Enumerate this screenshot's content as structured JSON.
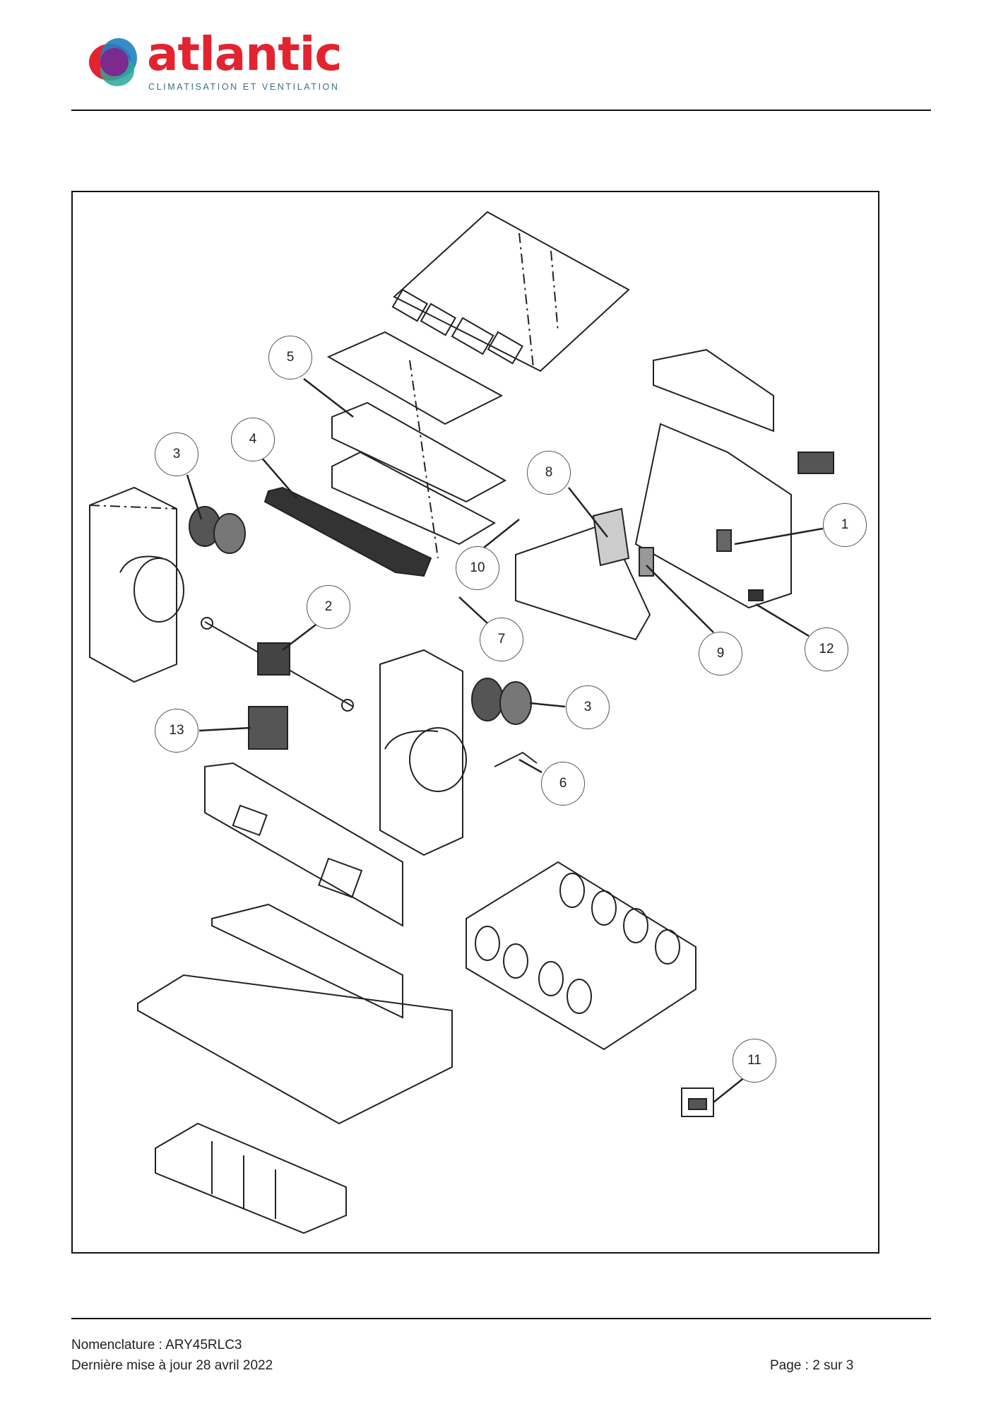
{
  "header": {
    "brand": "atlantic",
    "tagline": "CLIMATISATION ET VENTILATION"
  },
  "diagram": {
    "callouts": [
      "1",
      "2",
      "3",
      "4",
      "5",
      "6",
      "7",
      "8",
      "9",
      "10",
      "11",
      "12",
      "13",
      "3"
    ]
  },
  "footer": {
    "nomenclature": "Nomenclature : ARY45RLC3",
    "last_update": "Dernière mise à jour 28 avril 2022",
    "page": "Page : 2 sur 3"
  }
}
